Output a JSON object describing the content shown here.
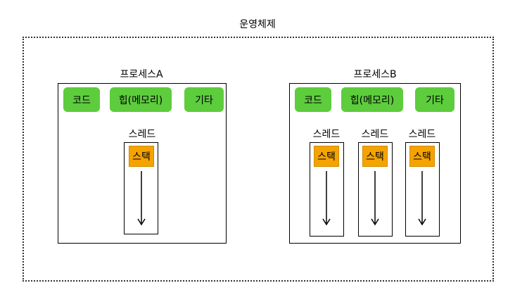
{
  "os": {
    "title": "운영체제"
  },
  "process_a": {
    "title": "프로세스A",
    "segments": [
      "코드",
      "힙(메모리)",
      "기타"
    ],
    "threads": [
      {
        "label": "스레드",
        "stack": "스택"
      }
    ]
  },
  "process_b": {
    "title": "프로세스B",
    "segments": [
      "코드",
      "힙(메모리)",
      "기타"
    ],
    "threads": [
      {
        "label": "스레드",
        "stack": "스택"
      },
      {
        "label": "스레드",
        "stack": "스택"
      },
      {
        "label": "스레드",
        "stack": "스택"
      }
    ]
  }
}
